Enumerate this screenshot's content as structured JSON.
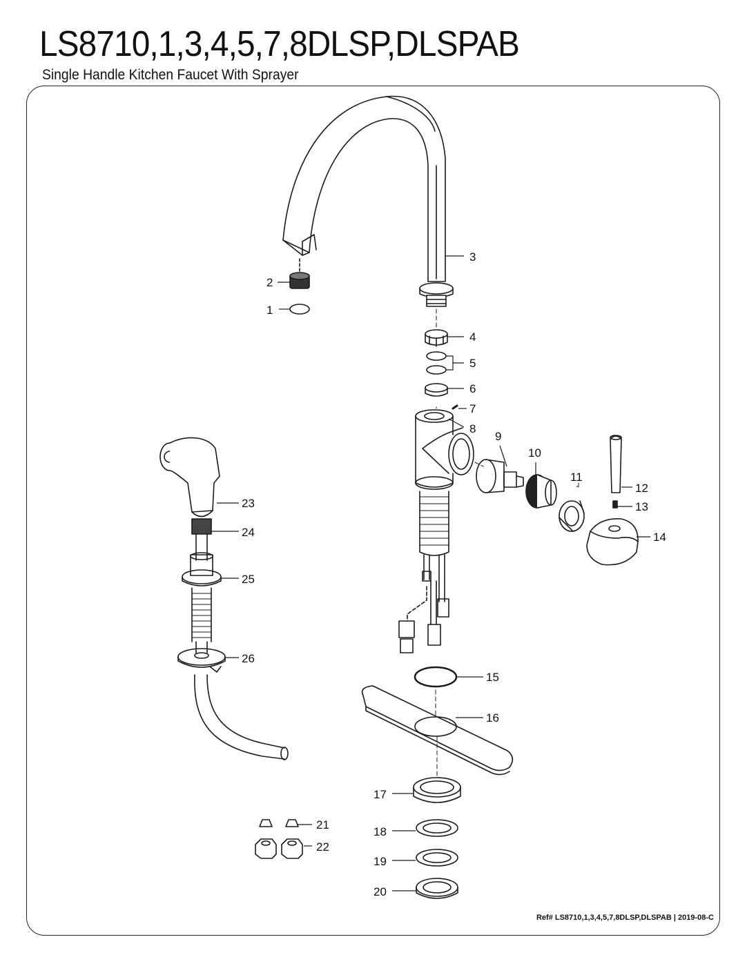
{
  "header": {
    "title": "LS8710,1,3,4,5,7,8DLSP,DLSPAB",
    "subtitle": "Single Handle Kitchen Faucet With Sprayer"
  },
  "callouts": [
    "1",
    "2",
    "3",
    "4",
    "5",
    "6",
    "7",
    "8",
    "9",
    "10",
    "11",
    "12",
    "13",
    "14",
    "15",
    "16",
    "17",
    "18",
    "19",
    "20",
    "21",
    "22",
    "23",
    "24",
    "25",
    "26"
  ],
  "footer": {
    "reference": "Ref# LS8710,1,3,4,5,7,8DLSP,DLSPAB | 2019-08-C"
  }
}
